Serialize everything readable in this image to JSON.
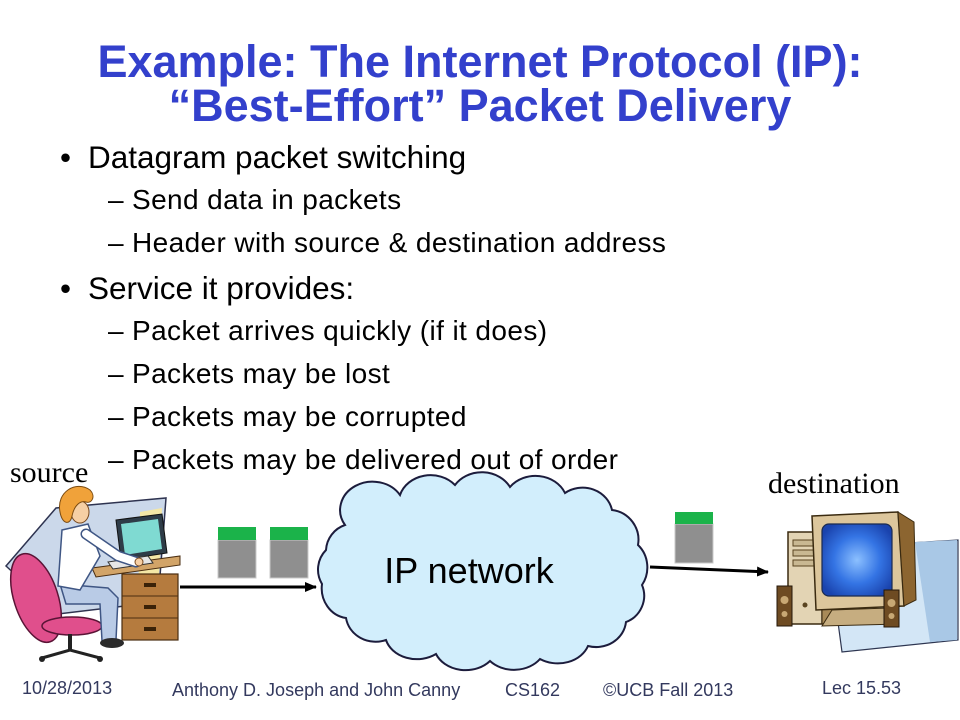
{
  "slide": {
    "title": [
      "Example: The Internet Protocol (IP):",
      "“Best-Effort” Packet Delivery"
    ],
    "bullet_marker": "•",
    "sub_marker": "–",
    "bullets": [
      {
        "text": "Datagram packet switching",
        "subs": [
          "Send data in packets",
          "Header with source & destination address"
        ]
      },
      {
        "text": "Service it provides:",
        "subs": [
          "Packet arrives quickly (if it does)",
          "Packets may be lost",
          "Packets may be corrupted",
          "Packets may be delivered out of order"
        ]
      }
    ]
  },
  "diagram": {
    "source_label": "source",
    "destination_label": "destination",
    "network_label": "IP network",
    "icons": {
      "source": "person-at-computer-icon",
      "destination": "desktop-computer-icon",
      "network": "cloud-icon",
      "packet": "packet-icon",
      "arrow": "arrow-right-icon"
    }
  },
  "footer": {
    "date": "10/28/2013",
    "authors": "Anthony D. Joseph and John Canny",
    "course": "CS162",
    "copyright": "©UCB Fall 2013",
    "lecture": "Lec 15.53"
  },
  "colors": {
    "title": "#3340cc",
    "text": "#000000",
    "footer": "#33395e",
    "cloud_fill": "#d2eefc",
    "packet_header": "#1bb34a",
    "packet_body": "#8f8f8f"
  }
}
